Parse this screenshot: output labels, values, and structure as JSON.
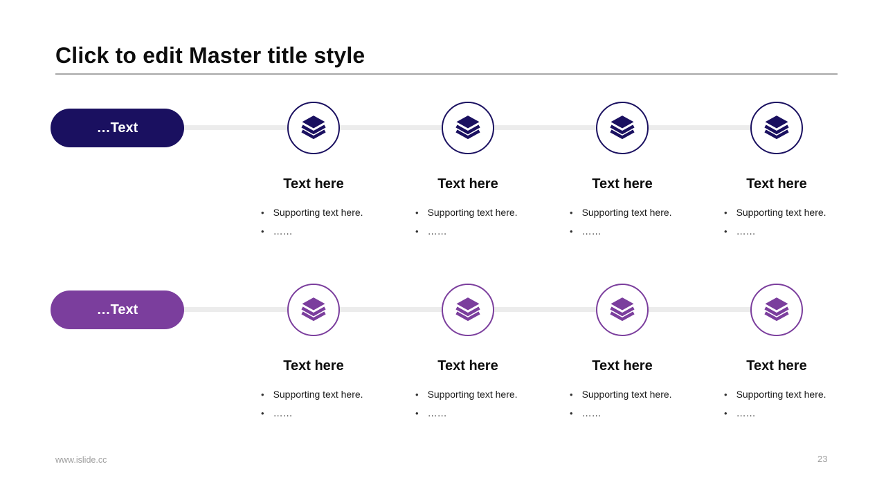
{
  "slide": {
    "title": "Click to edit Master title style",
    "footer_url": "www.islide.cc",
    "page_number": "23"
  },
  "colors": {
    "navy": "#1a1060",
    "purple": "#7b3e9d",
    "connector": "#ececec",
    "rule": "#a8a8a8",
    "footer": "#9e9e9e",
    "text": "#0d0d0d"
  },
  "rows": [
    {
      "label": "…Text",
      "theme": "navy",
      "items": [
        {
          "icon": "layers-icon",
          "heading": "Text here",
          "bullets": [
            "Supporting text here.",
            "……"
          ]
        },
        {
          "icon": "layers-icon",
          "heading": "Text here",
          "bullets": [
            "Supporting text here.",
            "……"
          ]
        },
        {
          "icon": "layers-icon",
          "heading": "Text here",
          "bullets": [
            "Supporting text here.",
            "……"
          ]
        },
        {
          "icon": "layers-icon",
          "heading": "Text here",
          "bullets": [
            "Supporting text here.",
            "……"
          ]
        }
      ]
    },
    {
      "label": "…Text",
      "theme": "purple",
      "items": [
        {
          "icon": "layers-icon",
          "heading": "Text here",
          "bullets": [
            "Supporting text here.",
            "……"
          ]
        },
        {
          "icon": "layers-icon",
          "heading": "Text here",
          "bullets": [
            "Supporting text here.",
            "……"
          ]
        },
        {
          "icon": "layers-icon",
          "heading": "Text here",
          "bullets": [
            "Supporting text here.",
            "……"
          ]
        },
        {
          "icon": "layers-icon",
          "heading": "Text here",
          "bullets": [
            "Supporting text here.",
            "……"
          ]
        }
      ]
    }
  ]
}
